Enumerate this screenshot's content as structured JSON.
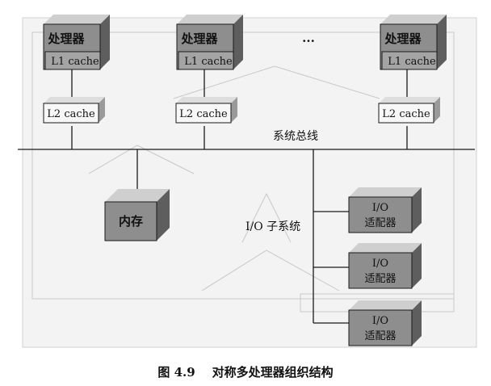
{
  "processors": [
    {
      "label": "处理器",
      "l1": "L1 cache",
      "l2": "L2 cache"
    },
    {
      "label": "处理器",
      "l1": "L1 cache",
      "l2": "L2 cache"
    },
    {
      "label": "处理器",
      "l1": "L1 cache",
      "l2": "L2 cache"
    }
  ],
  "ellipsis": "...",
  "bus_label": "系统总线",
  "memory_label": "内存",
  "io_subsystem_label": "I/O 子系统",
  "io_adapters": [
    {
      "label_line1": "I/O",
      "label_line2": "适配器"
    },
    {
      "label_line1": "I/O",
      "label_line2": "适配器"
    },
    {
      "label_line1": "I/O",
      "label_line2": "适配器"
    }
  ],
  "caption": "图 4.9    对称多处理器组织结构",
  "colors": {
    "box_front": "#8e8e8e",
    "box_top": "#cfcfcf",
    "box_side": "#5e5e5e",
    "l1_fill": "#a4a4a4",
    "cache_front": "#f7f7f7",
    "cache_top": "#dddddd",
    "cache_side": "#9a9a9a"
  }
}
